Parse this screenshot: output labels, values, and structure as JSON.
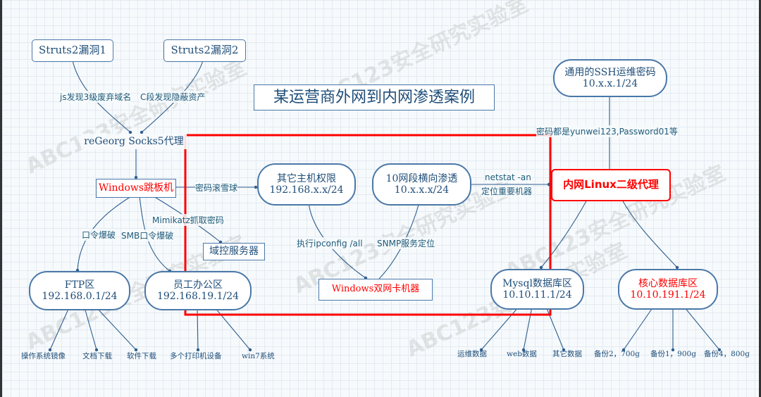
{
  "title": "某运营商外网到内网渗透案例",
  "watermark": "ABC123安全研究实验室",
  "colors": {
    "line": "#2f5f8f",
    "highlight": "#ff0000",
    "text": "#1f4e79"
  },
  "nodes": {
    "struts1": "Struts2漏洞1",
    "struts2": "Struts2漏洞2",
    "regeorg": "reGeorg Socks5代理",
    "jump": "Windows跳板机",
    "other_host": {
      "l1": "其它主机权限",
      "l2": "192.168.x.x/24"
    },
    "lateral": {
      "l1": "10网段横向渗透",
      "l2": "10.x.x.x/24"
    },
    "linux_proxy": "内网Linux二级代理",
    "ssh": {
      "l1": "通用的SSH运维密码",
      "l2": "10.x.x.1/24"
    },
    "dc": "域控服务器",
    "dual_nic": "Windows双网卡机器",
    "ftp": {
      "l1": "FTP区",
      "l2": "192.168.0.1/24"
    },
    "office": {
      "l1": "员工办公区",
      "l2": "192.168.19.1/24"
    },
    "mysql": {
      "l1": "Mysql数据库区",
      "l2": "10.10.11.1/24"
    },
    "core": {
      "l1": "核心数据库区",
      "l2": "10.10.191.1/24"
    }
  },
  "edge_labels": {
    "js": "js发现3级废弃域名",
    "cseg": "C段发现隐蔽资产",
    "snowball": "密码滚雪球",
    "netstat1": "netstat -an",
    "netstat2": "定位重要机器",
    "passwords": "密码都是yunwei123,Password01等",
    "mimikatz": "Mimikatz抓取密码",
    "brute": "口令爆破",
    "smb": "SMB口令爆破",
    "ipconfig": "执行ipconfig /all",
    "snmp": "SNMP服务定位"
  },
  "leaves": [
    "操作系统镜像",
    "文档下载",
    "软件下载",
    "多个打印机设备",
    "win7系统",
    "运维数据",
    "web数据",
    "其它数据",
    "备份2，700g",
    "备份1，900g",
    "备份4，800g"
  ]
}
